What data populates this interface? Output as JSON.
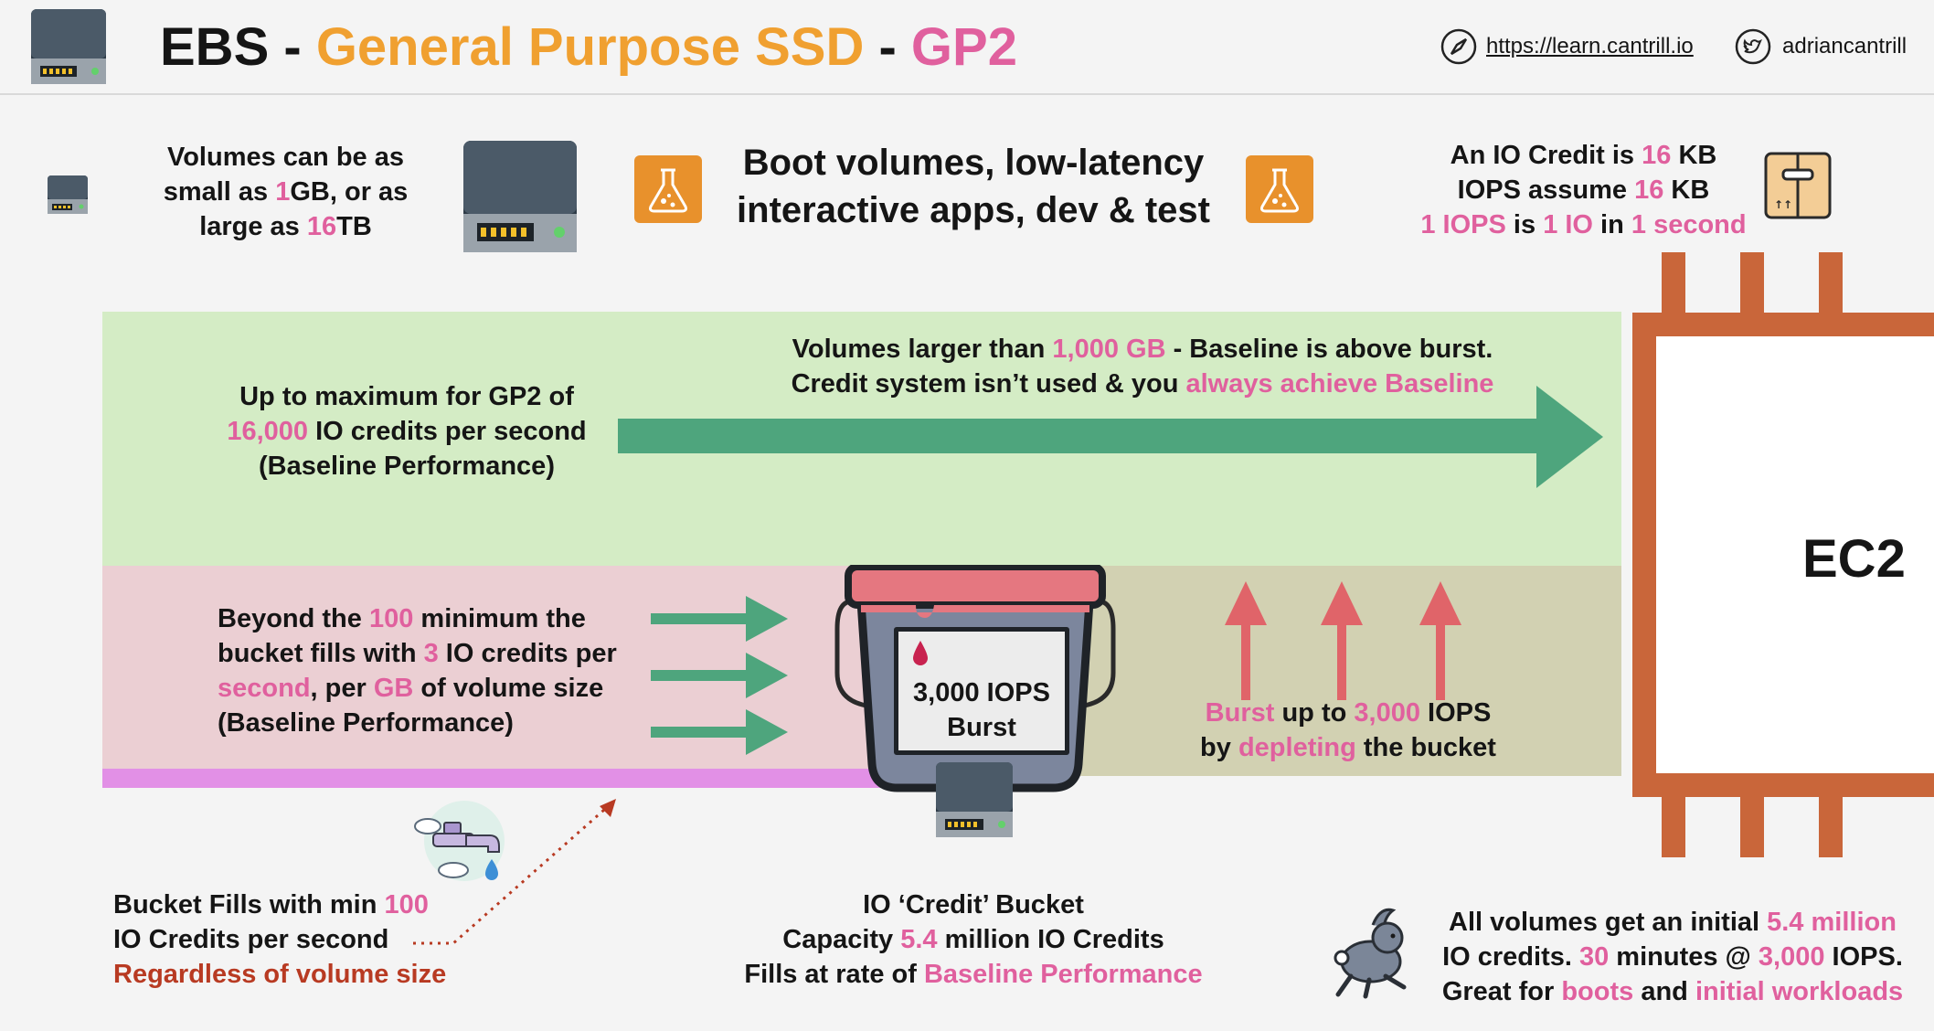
{
  "header": {
    "title_ebs": "EBS",
    "title_sep1": " - ",
    "title_gp_ssd": "General Purpose SSD",
    "title_sep2": " - ",
    "title_gp2": "GP2",
    "link_url": "https://learn.cantrill.io",
    "twitter_handle": "adriancantrill"
  },
  "top": {
    "vol_size": [
      "Volumes can be as",
      "small as ",
      "1",
      "GB, or as",
      "large as ",
      "16",
      "TB"
    ],
    "use_cases": [
      "Boot volumes, low-latency",
      "interactive apps, dev & test"
    ],
    "io_credit": [
      "An IO Credit is ",
      "16",
      " KB",
      "IOPS assume ",
      "16",
      " KB",
      "1 IOPS",
      " is ",
      "1 IO",
      " in ",
      "1 second"
    ]
  },
  "green_band": {
    "max_text": [
      "Up to maximum for GP2 of",
      "16,000",
      " IO credits per second",
      "(Baseline Performance)"
    ],
    "large_text": [
      "Volumes larger than ",
      "1,000 GB",
      " - Baseline is above burst.",
      "Credit system isn’t used & you ",
      "always achieve Baseline"
    ]
  },
  "pink_band": {
    "fill_text": [
      "Beyond the ",
      "100",
      " minimum the",
      "bucket fills with ",
      "3",
      " IO credits per",
      "second",
      ", per ",
      "GB",
      " of volume size",
      "(Baseline Performance)"
    ]
  },
  "bucket": {
    "label": [
      "3,000 IOPS",
      "Burst"
    ]
  },
  "burst_text": [
    "Burst",
    " up to ",
    "3,000",
    " IOPS",
    "by ",
    "depleting",
    " the bucket"
  ],
  "ec2_label": "EC2",
  "bottom": {
    "left": [
      "Bucket Fills with min ",
      "100",
      "IO Credits per second",
      "Regardless of volume  size"
    ],
    "center": [
      "IO ‘Credit’ Bucket",
      "Capacity ",
      "5.4",
      " million IO Credits",
      "Fills at rate of ",
      "Baseline Performance"
    ],
    "right": [
      "All volumes get an initial ",
      "5.4 million",
      "IO credits. ",
      "30",
      " minutes @ ",
      "3,000",
      " IOPS.",
      "Great for ",
      "boots",
      " and ",
      "initial workloads"
    ]
  },
  "colors": {
    "green_band": "#d4ecc5",
    "pink_band": "#ebcfd3",
    "olive_band": "#d2d1b2",
    "magenta_strip": "#e290e6",
    "green_arrow": "#4ea57d",
    "red_arrow": "#e06469",
    "ec2_chip": "#c9663a",
    "orange_text": "#f0a030",
    "pink_text": "#e0609e",
    "red_text": "#b83a22",
    "bucket_lid": "#e57780",
    "flask_icon": "#e8912c"
  },
  "icons": {
    "drive": "hard-drive-icon",
    "flask": "flask-icon",
    "box": "package-box-icon",
    "compass": "compass-icon",
    "twitter": "twitter-bird-icon",
    "tap": "water-tap-icon",
    "rabbit": "rabbit-icon",
    "bucket": "bucket-icon",
    "chip": "ec2-chip-icon"
  }
}
